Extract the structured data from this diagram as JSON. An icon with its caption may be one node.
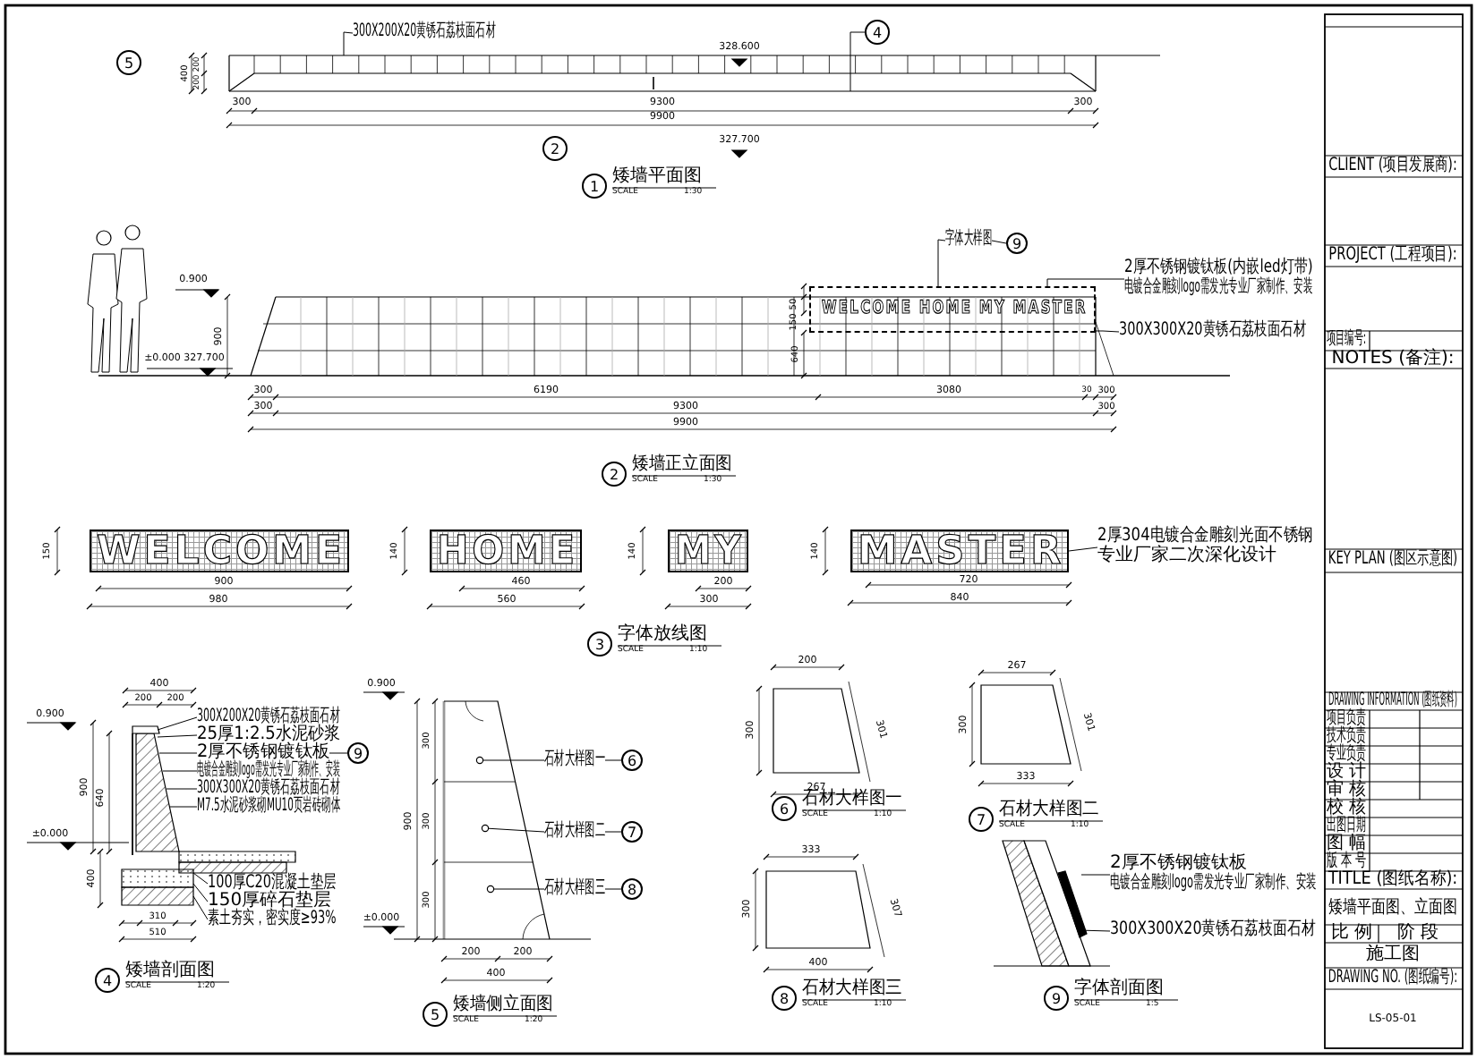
{
  "diagram": {
    "nodes": [
      {
        "text": [
          "1"
        ],
        "beside": [
          "矮墙平面图",
          "SCALE",
          "1:30"
        ]
      },
      {
        "text": [
          "2"
        ],
        "beside": [
          "矮墙正立面图",
          "SCALE",
          "1:30"
        ]
      },
      {
        "text": [
          "3"
        ],
        "beside": [
          "字体放线图",
          "SCALE",
          "1:10"
        ]
      },
      {
        "text": [
          "4"
        ],
        "beside": [
          "矮墙剖面图",
          "SCALE",
          "1:20"
        ]
      },
      {
        "text": [
          "5"
        ],
        "beside": [
          "矮墙侧立面图",
          "SCALE",
          "1:20"
        ]
      },
      {
        "text": [
          "6"
        ],
        "beside": [
          "石材大样图一",
          "SCALE",
          "1:10"
        ]
      },
      {
        "text": [
          "7"
        ],
        "beside": [
          "石材大样图二",
          "SCALE",
          "1:10"
        ]
      },
      {
        "text": [
          "8"
        ],
        "beside": [
          "石材大样图三",
          "SCALE",
          "1:10"
        ]
      },
      {
        "text": [
          "9"
        ],
        "beside": [
          "字体剖面图",
          "SCALE",
          "1:5"
        ]
      },
      {
        "text": [
          "5"
        ]
      },
      {
        "text": [
          "4"
        ]
      },
      {
        "text": [
          "2"
        ]
      },
      {
        "text": [
          "9"
        ]
      },
      {
        "text": [
          "300X200X20黄锈石荔枝面石材"
        ]
      },
      {
        "text": [
          "字体大样图"
        ]
      },
      {
        "text": [
          "2厚不锈钢镀钛板(内嵌led灯带)",
          "电镀合金雕刻logo需发光专业厂家制作、安装"
        ]
      },
      {
        "text": [
          "300X300X20黄锈石荔枝面石材"
        ]
      },
      {
        "text": [
          "WELCOME HOME MY MASTER"
        ]
      },
      {
        "text": [
          "2厚304电镀合金雕刻光面不锈钢",
          "专业厂家二次深化设计"
        ]
      },
      {
        "text": [
          "300X200X20黄锈石荔枝面石材"
        ]
      },
      {
        "text": [
          "25厚1:2.5水泥砂浆"
        ]
      },
      {
        "text": [
          "2厚不锈钢镀钛板"
        ]
      },
      {
        "text": [
          "电镀合金雕刻logo需发光专业厂家制作、安装"
        ]
      },
      {
        "text": [
          "300X300X20黄锈石荔枝面石材"
        ]
      },
      {
        "text": [
          "M7.5水泥砂浆砌MU10页岩砖砌体"
        ]
      },
      {
        "text": [
          "9"
        ]
      },
      {
        "text": [
          "100厚C20混凝土垫层"
        ]
      },
      {
        "text": [
          "150厚碎石垫层"
        ]
      },
      {
        "text": [
          "素土夯实，密实度≥93%"
        ]
      },
      {
        "text": [
          "石材大样图一"
        ]
      },
      {
        "text": [
          "6"
        ]
      },
      {
        "text": [
          "石材大样图二"
        ]
      },
      {
        "text": [
          "7"
        ]
      },
      {
        "text": [
          "石材大样图三"
        ]
      },
      {
        "text": [
          "8"
        ]
      },
      {
        "text": [
          "2厚不锈钢镀钛板",
          "电镀合金雕刻logo需发光专业厂家制作、安装"
        ]
      },
      {
        "text": [
          "300X300X20黄锈石荔枝面石材"
        ]
      },
      {
        "text": [],
        "shape": "picture"
      },
      {
        "text": [],
        "shape": "picture"
      },
      {
        "text": [],
        "shape": "picture"
      },
      {
        "text": [],
        "shape": "picture"
      },
      {
        "text": [
          "WELCOME"
        ]
      },
      {
        "text": [
          "HOME"
        ]
      },
      {
        "text": [
          "MY"
        ]
      },
      {
        "text": [
          "MASTER"
        ]
      }
    ],
    "edges": [
      {
        "from": 13,
        "to": 37,
        "arrow": "none"
      },
      {
        "from": 10,
        "to": 37,
        "arrow": "none"
      },
      {
        "from": 14,
        "to": 12,
        "arrow": "none"
      },
      {
        "from": 14,
        "to": 17,
        "arrow": "none"
      },
      {
        "from": 15,
        "to": 17,
        "arrow": "none"
      },
      {
        "from": 16,
        "to": 17,
        "arrow": "none"
      },
      {
        "from": 18,
        "to": 44,
        "arrow": "none"
      },
      {
        "from": 19,
        "to": 38,
        "arrow": "none"
      },
      {
        "from": 20,
        "to": 38,
        "arrow": "none"
      },
      {
        "from": 21,
        "to": 38,
        "arrow": "none"
      },
      {
        "from": 22,
        "to": 38,
        "arrow": "none"
      },
      {
        "from": 23,
        "to": 38,
        "arrow": "none"
      },
      {
        "from": 24,
        "to": 38,
        "arrow": "none"
      },
      {
        "from": 21,
        "to": 25,
        "arrow": "none"
      },
      {
        "from": 26,
        "to": 38,
        "arrow": "none"
      },
      {
        "from": 27,
        "to": 38,
        "arrow": "none"
      },
      {
        "from": 28,
        "to": 38,
        "arrow": "none"
      },
      {
        "from": 29,
        "to": 39,
        "arrow": "other"
      },
      {
        "from": 29,
        "to": 30,
        "arrow": "none"
      },
      {
        "from": 31,
        "to": 39,
        "arrow": "other"
      },
      {
        "from": 31,
        "to": 32,
        "arrow": "none"
      },
      {
        "from": 33,
        "to": 39,
        "arrow": "other"
      },
      {
        "from": 33,
        "to": 34,
        "arrow": "none"
      },
      {
        "from": 35,
        "to": 40,
        "arrow": "none"
      },
      {
        "from": 36,
        "to": 40,
        "arrow": "none"
      }
    ],
    "labels": [
      "400",
      "200",
      "200",
      "328.600",
      "300",
      "9300",
      "300",
      "9900",
      "327.700",
      "0.900",
      "±0.000 327.700",
      "900",
      "150",
      "50",
      "640",
      "300",
      "6190",
      "3080",
      "30",
      "300",
      "300",
      "9300",
      "300",
      "9900",
      "150",
      "900",
      "980",
      "140",
      "460",
      "560",
      "140",
      "200",
      "300",
      "140",
      "720",
      "840",
      "400",
      "200",
      "200",
      "0.900",
      "900",
      "640",
      "±0.000",
      "400",
      "310",
      "510",
      "0.900",
      "300",
      "300",
      "300",
      "900",
      "±0.000",
      "200",
      "200",
      "400",
      "200",
      "300",
      "301",
      "267",
      "267",
      "300",
      "301",
      "333",
      "333",
      "300",
      "307",
      "400",
      "CLIENT (项目发展商):",
      "PROJECT (工程项目):",
      "项目编号:",
      "NOTES (备注):",
      "KEY PLAN (图区示意图)",
      "DRAWING INFORMATION (图纸资料)",
      "项目负责",
      "技术负责",
      "专业负责",
      "设 计",
      "审 核",
      "校 核",
      "出图日期",
      "图 幅",
      "版 本 号",
      "TITLE (图纸名称):",
      "矮墙平面图、立面图",
      "比 例",
      "阶 段",
      "施工图",
      "DRAWING NO. (图纸编号):",
      "LS-05-01"
    ]
  }
}
